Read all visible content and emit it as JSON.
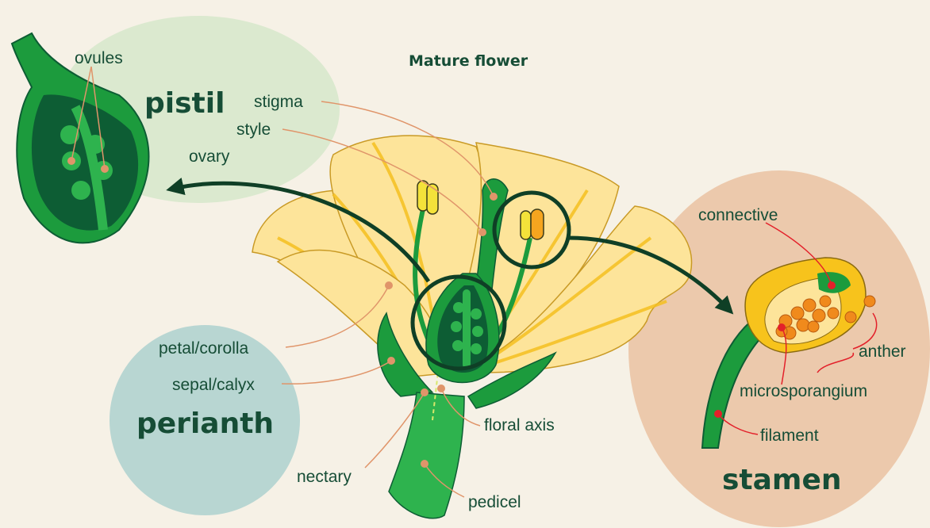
{
  "title": "Mature flower",
  "groups": {
    "pistil": "pistil",
    "perianth": "perianth",
    "stamen": "stamen"
  },
  "labels": {
    "ovules": "ovules",
    "stigma": "stigma",
    "style": "style",
    "ovary": "ovary",
    "petal_corolla": "petal/corolla",
    "sepal_calyx": "sepal/calyx",
    "nectary": "nectary",
    "floral_axis": "floral axis",
    "pedicel": "pedicel",
    "connective": "connective",
    "anther": "anther",
    "microsporangium": "microsporangium",
    "filament": "filament"
  },
  "colors": {
    "background": "#f6f1e6",
    "pistil_bubble": "#dbe9cf",
    "perianth_bubble": "#b8d6d2",
    "stamen_bubble": "#ecc9ac",
    "petal": "#fde49a",
    "green": "#1c9b3d",
    "dark_green": "#0d5d34",
    "pollen": "#f08a1c",
    "leader_line": "#e0956a",
    "stamen_leader": "#e3202a"
  }
}
